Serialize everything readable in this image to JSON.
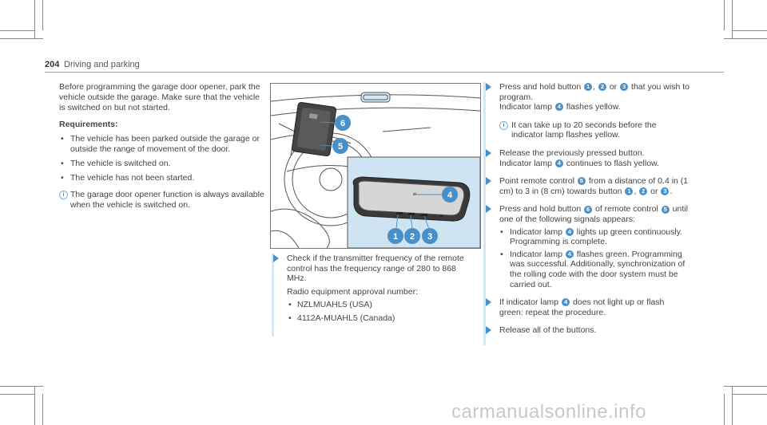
{
  "header": {
    "page_number": "204",
    "title": "Driving and parking"
  },
  "col1": {
    "intro": "Before programming the garage door opener, park the vehicle outside the garage. Make sure that the vehicle is switched on but not started.",
    "requirements_heading": "Requirements:",
    "requirements": [
      "The vehicle has been parked outside the garage or outside the range of movement of the door.",
      "The vehicle is switched on.",
      "The vehicle has not been started."
    ],
    "note": "The garage door opener function is always available when the vehicle is switched on."
  },
  "figure": {
    "callouts": [
      "1",
      "2",
      "3",
      "4",
      "5",
      "6"
    ]
  },
  "col2": {
    "step": "Check if the transmitter frequency of the remote control has the frequency range of 280 to 868 MHz.",
    "approval_label": "Radio equipment approval number:",
    "approvals": [
      "NZLMUAHL5 (USA)",
      "4112A-MUAHL5 (Canada)"
    ]
  },
  "col3": {
    "s1_a": "Press and hold button",
    "s1_b": ",",
    "s1_c": "or",
    "s1_d": "that you wish to program.",
    "s1_e": "Indicator lamp",
    "s1_f": "flashes yellow.",
    "note": "It can take up to 20 seconds before the indicator lamp flashes yellow.",
    "s2_a": "Release the previously pressed button.",
    "s2_b": "Indicator lamp",
    "s2_c": "continues to flash yellow.",
    "s3_a": "Point remote control",
    "s3_b": "from a distance of 0.4 in (1 cm) to 3 in (8 cm) towards button",
    "s3_c": ",",
    "s3_d": "or",
    "s3_e": ".",
    "s4_a": "Press and hold button",
    "s4_b": "of remote control",
    "s4_c": "until one of the following signals appears:",
    "s4_sub1_a": "Indicator lamp",
    "s4_sub1_b": "lights up green continuously. Programming is complete.",
    "s4_sub2_a": "Indicator lamp",
    "s4_sub2_b": "flashes green. Programming was successful. Additionally, synchronization of the rolling code with the door system must be carried out.",
    "s5_a": "If indicator lamp",
    "s5_b": "does not light up or flash green: repeat the procedure.",
    "s6": "Release all of the buttons."
  },
  "watermark": "carmanualsonline.info"
}
